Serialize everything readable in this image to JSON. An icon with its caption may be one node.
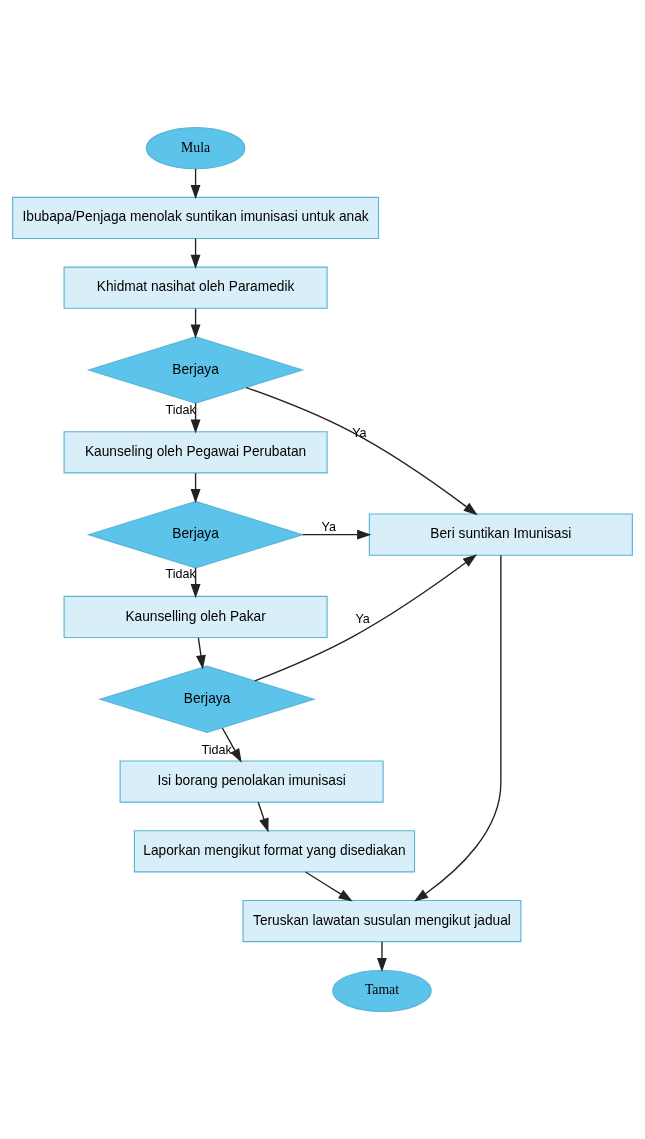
{
  "diagram": {
    "nodes": [
      {
        "text": [
          "Mula"
        ]
      },
      {
        "text": [
          "Ibubapa/Penjaga menolak suntikan imunisasi untuk anak"
        ]
      },
      {
        "text": [
          "Khidmat nasihat oleh Paramedik"
        ]
      },
      {
        "text": [
          "Berjaya"
        ]
      },
      {
        "text": [
          "Kaunseling oleh Pegawai Perubatan"
        ]
      },
      {
        "text": [
          "Berjaya"
        ]
      },
      {
        "text": [
          "Kaunselling oleh Pakar"
        ]
      },
      {
        "text": [
          "Berjaya"
        ]
      },
      {
        "text": [
          "Isi borang penolakan imunisasi"
        ]
      },
      {
        "text": [
          "Laporkan mengikut format yang disediakan"
        ]
      },
      {
        "text": [
          "Teruskan lawatan susulan mengikut jadual"
        ]
      },
      {
        "text": [
          "Tamat"
        ]
      },
      {
        "text": [
          "Beri suntikan Imunisasi"
        ]
      }
    ],
    "edges": [
      {
        "from": 0,
        "to": 1,
        "arrow": "to"
      },
      {
        "from": 1,
        "to": 2,
        "arrow": "to"
      },
      {
        "from": 2,
        "to": 3,
        "arrow": "to"
      },
      {
        "from": 3,
        "to": 4,
        "arrow": "to",
        "label": "Tidak"
      },
      {
        "from": 3,
        "to": 12,
        "arrow": "to",
        "label": "Ya"
      },
      {
        "from": 4,
        "to": 5,
        "arrow": "to"
      },
      {
        "from": 5,
        "to": 12,
        "arrow": "to",
        "label": "Ya"
      },
      {
        "from": 5,
        "to": 6,
        "arrow": "to",
        "label": "Tidak"
      },
      {
        "from": 6,
        "to": 7,
        "arrow": "to"
      },
      {
        "from": 7,
        "to": 12,
        "arrow": "to",
        "label": "Ya"
      },
      {
        "from": 7,
        "to": 8,
        "arrow": "to",
        "label": "Tidak"
      },
      {
        "from": 8,
        "to": 9,
        "arrow": "to"
      },
      {
        "from": 9,
        "to": 10,
        "arrow": "to"
      },
      {
        "from": 10,
        "to": 11,
        "arrow": "to"
      },
      {
        "from": 12,
        "to": 10,
        "arrow": "to"
      }
    ]
  }
}
